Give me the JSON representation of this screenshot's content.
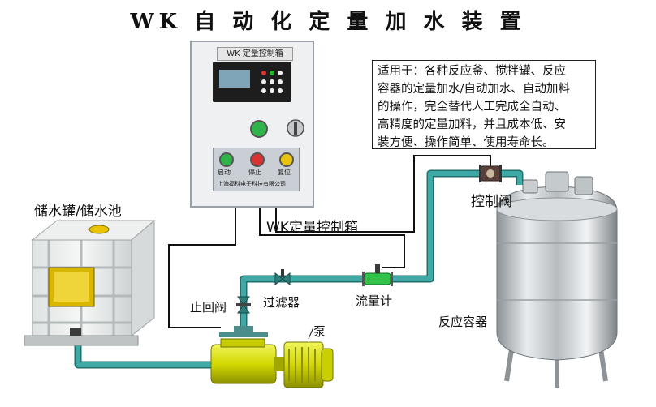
{
  "title": "WK 自 动 化 定 量 加 水 装 置",
  "cabinet": {
    "nameplate": "WK 定量控制箱",
    "button1": "启动",
    "button2": "停止",
    "button3": "复位",
    "maker": "上海福科电子科技有限公司"
  },
  "description_lines": [
    "适用于：各种反应釜、搅拌罐、反应",
    "容器的定量加水/自动加水、自动加料",
    "的操作，完全替代人工完成全自动、",
    "高精度的定量加料，并且成本低、安",
    "装方便、操作简单、使用寿命长。"
  ],
  "labels": {
    "tank": "储水罐/储水池",
    "controller": "WK定量控制箱",
    "control_valve": "控制阀",
    "check_valve": "止回阀",
    "filter": "过滤器",
    "flowmeter": "流量计",
    "pump": "泵",
    "reactor": "反应容器"
  },
  "colors": {
    "pipe": "#3fa9a6",
    "pipe_edge": "#1f6f6c",
    "pump": "#d9e000",
    "flowmeter": "#33c24a",
    "signal_line": "#111111"
  }
}
